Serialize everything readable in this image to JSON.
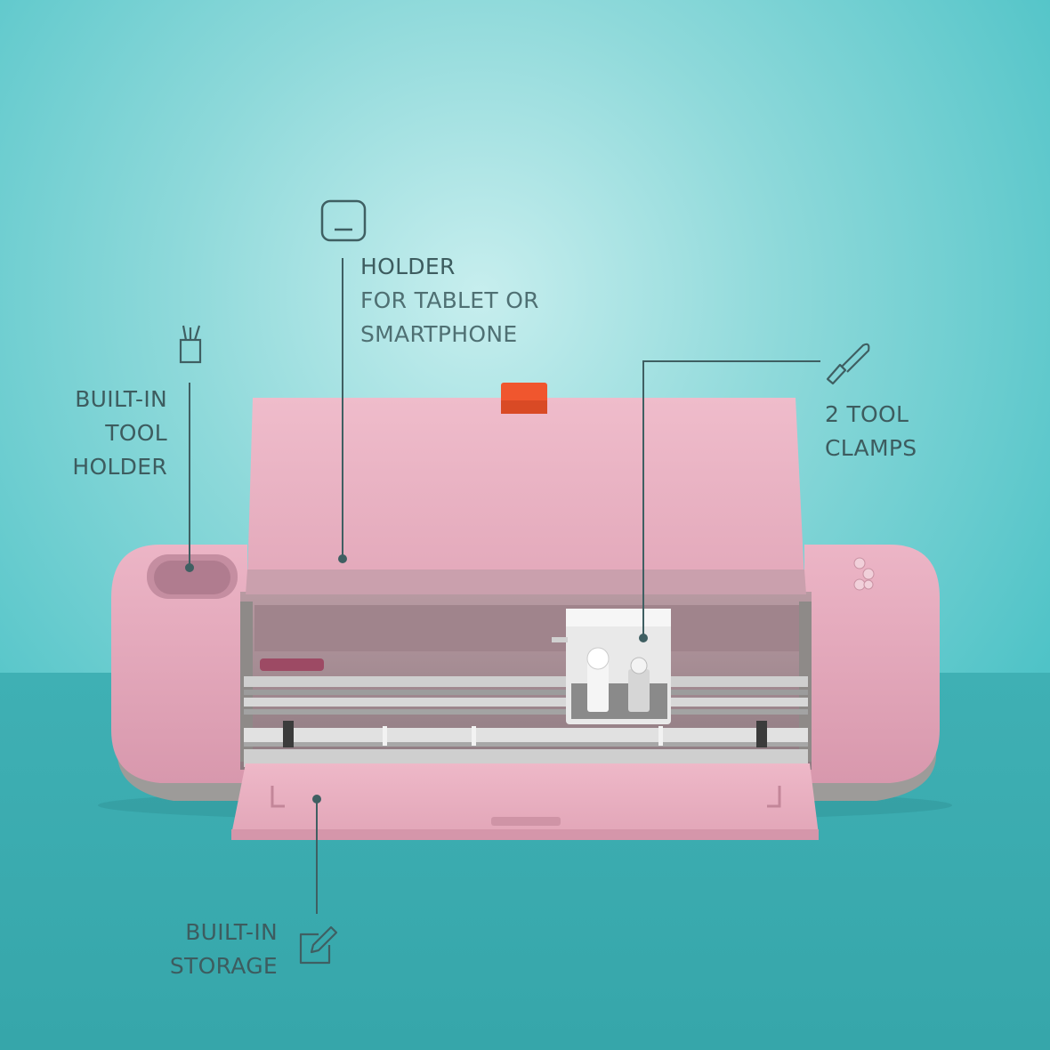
{
  "callouts": {
    "tablet_holder": {
      "title": "HOLDER",
      "line2": "FOR TABLET OR",
      "line3": "SMARTPHONE",
      "icon": "tablet-icon"
    },
    "tool_holder": {
      "line1": "BUILT-IN",
      "line2": "TOOL",
      "line3": "HOLDER",
      "icon": "pencil-cup-icon"
    },
    "tool_clamps": {
      "line1": "2 TOOL",
      "line2": "CLAMPS",
      "icon": "scalpel-icon"
    },
    "storage": {
      "line1": "BUILT-IN",
      "line2": "STORAGE",
      "icon": "edit-pen-icon"
    }
  },
  "colors": {
    "background_top": "#c6eeee",
    "background_mid": "#6dcdd0",
    "floor": "#3aa8ac",
    "machine_body": "#e5a9bc",
    "machine_base": "#9c9a98",
    "release_tab": "#f0562e",
    "annotation": "#3f5f62"
  }
}
